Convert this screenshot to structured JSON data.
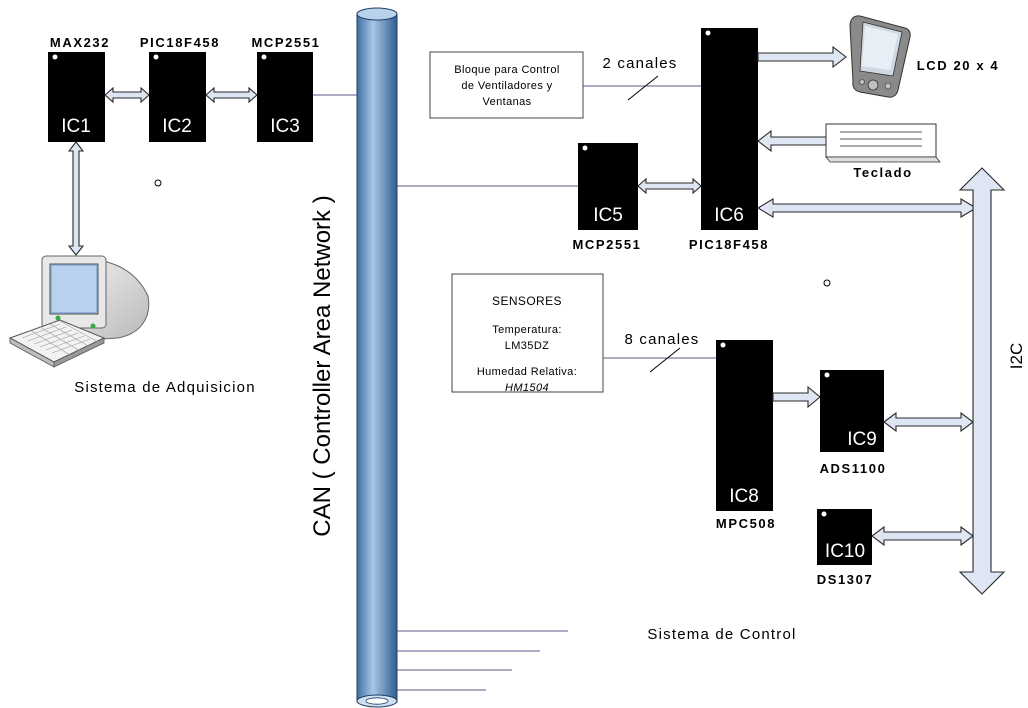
{
  "bus": {
    "label": "CAN ( Controller Area Network )"
  },
  "i2c": {
    "label": "I2C"
  },
  "chips": {
    "ic1": {
      "id": "IC1",
      "part": "MAX232"
    },
    "ic2": {
      "id": "IC2",
      "part": "PIC18F458"
    },
    "ic3": {
      "id": "IC3",
      "part": "MCP2551"
    },
    "ic5": {
      "id": "IC5",
      "part": "MCP2551"
    },
    "ic6": {
      "id": "IC6",
      "part": "PIC18F458"
    },
    "ic8": {
      "id": "IC8",
      "part": "MPC508"
    },
    "ic9": {
      "id": "IC9",
      "part": "ADS1100"
    },
    "ic10": {
      "id": "IC10",
      "part": "DS1307"
    }
  },
  "fan_block": {
    "lines": [
      "Bloque para Control",
      "de Ventiladores y",
      "Ventanas"
    ],
    "channels": "2 canales"
  },
  "sensors": {
    "title": "SENSORES",
    "temp_label": "Temperatura:",
    "temp_value": "LM35DZ",
    "hum_label": "Humedad Relativa:",
    "hum_value": "HM1504",
    "channels": "8 canales"
  },
  "lcd": {
    "label": "LCD 20 x 4"
  },
  "keyboard": {
    "label": "Teclado"
  },
  "systems": {
    "acquisition": "Sistema de Adquisicion",
    "control": "Sistema de Control"
  },
  "colors": {
    "bus_fill": "#6f9ac6",
    "arrow_fill": "#dde6f2",
    "chip": "#000000"
  }
}
